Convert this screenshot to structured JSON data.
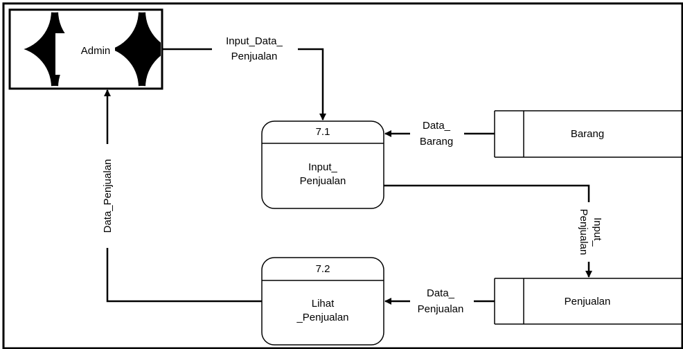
{
  "entities": {
    "admin": {
      "label": "Admin"
    }
  },
  "processes": [
    {
      "number": "7.1",
      "name_lines": [
        "Input_",
        "Penjualan"
      ]
    },
    {
      "number": "7.2",
      "name_lines": [
        "Lihat",
        "_Penjualan"
      ]
    }
  ],
  "data_stores": [
    {
      "name": "Barang"
    },
    {
      "name": "Penjualan"
    }
  ],
  "flows": {
    "input_data_penjualan": [
      "Input_Data_",
      "Penjualan"
    ],
    "data_barang": [
      "Data_",
      "Barang"
    ],
    "input_penjualan": [
      "Input_",
      "Penjualan"
    ],
    "data_penjualan_store": [
      "Data_",
      "Penjualan"
    ],
    "data_penjualan_admin": "Data_Penjualan"
  }
}
